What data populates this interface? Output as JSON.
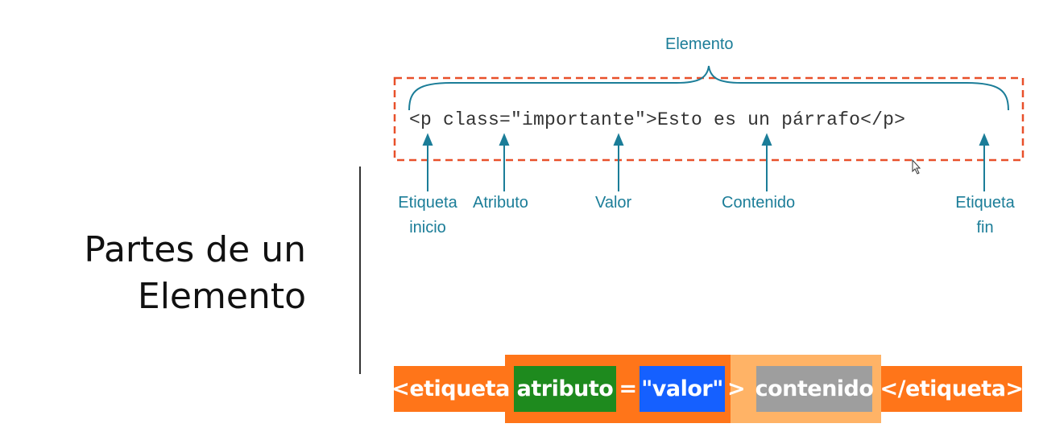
{
  "title": {
    "line1": "Partes de un",
    "line2": "Elemento"
  },
  "diagram": {
    "element_label": "Elemento",
    "code_line": "<p class=\"importante\">Esto es un párrafo</p>",
    "labels": {
      "etiqueta_inicio_1": "Etiqueta",
      "etiqueta_inicio_2": "inicio",
      "atributo": "Atributo",
      "valor": "Valor",
      "contenido": "Contenido",
      "etiqueta_fin_1": "Etiqueta",
      "etiqueta_fin_2": "fin"
    },
    "colors": {
      "label": "#1b7d98",
      "dashed_box": "#e8502a"
    }
  },
  "syntax": {
    "open_tag": "<etiqueta",
    "attribute": "atributo",
    "equals": "=",
    "value": "\"valor\"",
    "close_bracket": ">",
    "content": "contenido",
    "close_tag": "</etiqueta>",
    "colors": {
      "tag": "#ff7519",
      "attribute": "#1e8a1e",
      "value": "#1560ff",
      "content": "#9e9e9e",
      "content_frame": "#ffb366"
    }
  }
}
